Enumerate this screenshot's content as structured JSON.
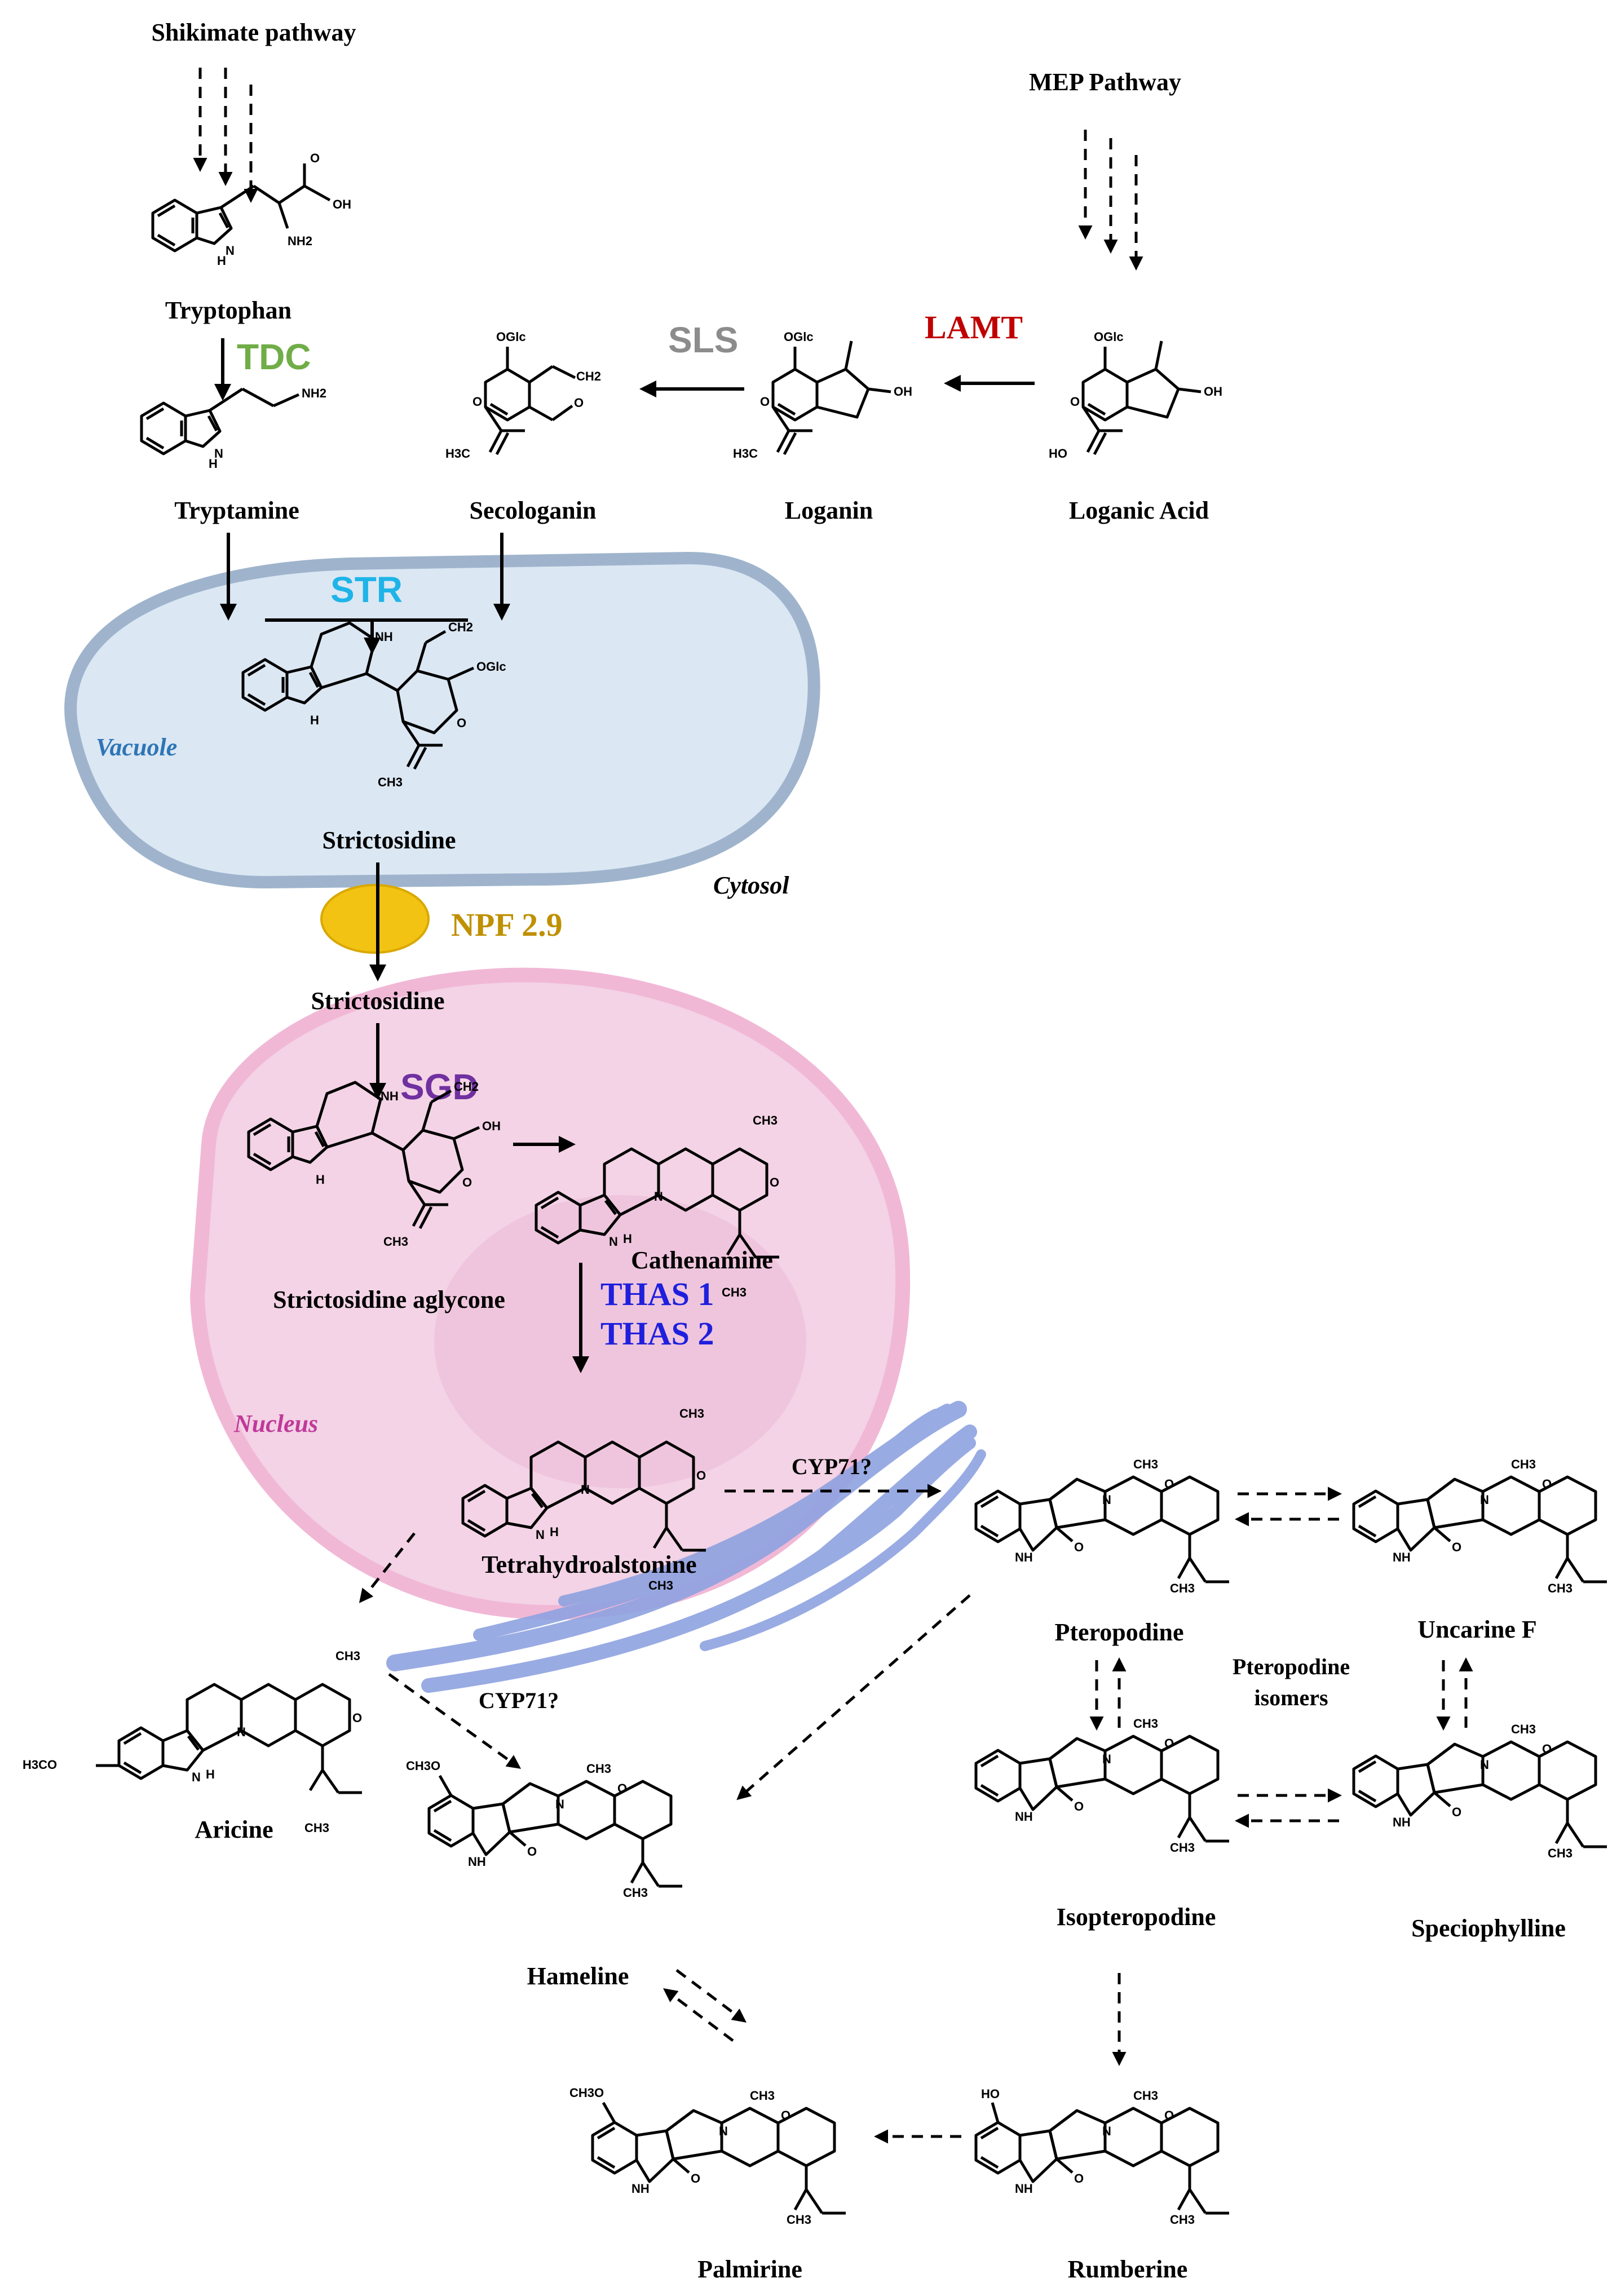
{
  "pathways": {
    "shikimate": "Shikimate pathway",
    "mep": "MEP Pathway"
  },
  "compartments": {
    "vacuole": "Vacuole",
    "cytosol": "Cytosol",
    "nucleus": "Nucleus"
  },
  "compounds": {
    "tryptophan": "Tryptophan",
    "tryptamine": "Tryptamine",
    "secologanin": "Secologanin",
    "loganin": "Loganin",
    "loganic_acid": "Loganic Acid",
    "strictosidine_vacuole": "Strictosidine",
    "strictosidine_cytosol": "Strictosidine",
    "strictosidine_aglycone": "Strictosidine aglycone",
    "cathenamine": "Cathenamine",
    "tetrahydroalstonine": "Tetrahydroalstonine",
    "aricine": "Aricine",
    "hameline": "Hameline",
    "pteropodine": "Pteropodine",
    "uncarine_f": "Uncarine F",
    "isopteropodine": "Isopteropodine",
    "speciophylline": "Speciophylline",
    "rumberine": "Rumberine",
    "palmirine": "Palmirine"
  },
  "isomers_label": {
    "line1": "Pteropodine",
    "line2": "isomers"
  },
  "enzymes": {
    "tdc": {
      "label": "TDC",
      "color": "#70ad47"
    },
    "sls": {
      "label": "SLS",
      "color": "#8c8c8c"
    },
    "lamt": {
      "label": "LAMT",
      "color": "#c00000"
    },
    "str": {
      "label": "STR",
      "color": "#1fb4e8"
    },
    "npf": {
      "label": "NPF 2.9",
      "color": "#bf9000"
    },
    "sgd": {
      "label": "SGD",
      "color": "#7030a0"
    },
    "thas1": {
      "label": "THAS 1",
      "color": "#1f1fdd"
    },
    "thas2": {
      "label": "THAS 2",
      "color": "#1f1fdd"
    },
    "cyp71_a": {
      "label": "CYP71?",
      "color": "#000000"
    },
    "cyp71_b": {
      "label": "CYP71?",
      "color": "#000000"
    }
  },
  "compartment_colors": {
    "vacuole_text": "#2e75b6",
    "nucleus_text": "#c0399a",
    "vacuole_fill": "#dce8f3",
    "nucleus_fill": "#f2d5e6",
    "er_fill": "#8fa2e0",
    "transporter_fill": "#f2c312"
  },
  "atom_labels": {
    "oh": "OH",
    "nh2": "NH2",
    "nh": "NH",
    "n": "N",
    "h": "H",
    "o": "O",
    "oglc": "OGlc",
    "och3": "H3CO",
    "ch3": "CH3",
    "ch2": "CH2",
    "h3c": "H3C",
    "ho": "HO",
    "ch3o": "CH3O"
  }
}
